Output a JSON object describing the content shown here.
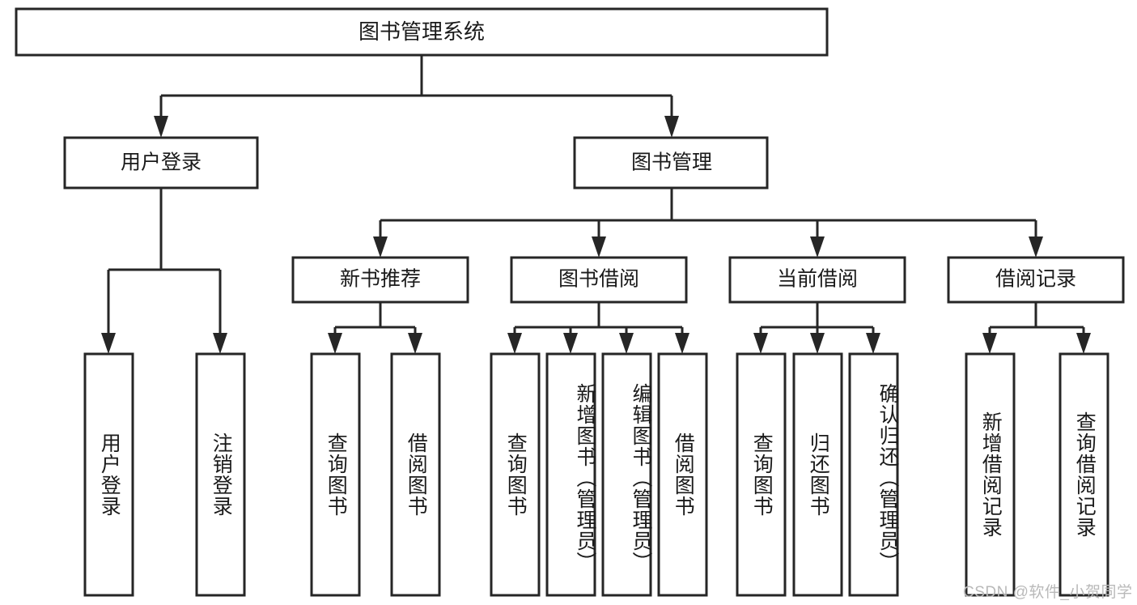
{
  "diagram": {
    "type": "tree-hierarchy",
    "title": "图书管理系统",
    "root": {
      "id": "root",
      "label": "图书管理系统",
      "orientation": "horizontal"
    },
    "level2": [
      {
        "id": "user-login",
        "label": "用户登录",
        "orientation": "horizontal"
      },
      {
        "id": "book-manage",
        "label": "图书管理",
        "orientation": "horizontal"
      }
    ],
    "level3": [
      {
        "id": "new-book-rec",
        "label": "新书推荐",
        "parent": "book-manage",
        "orientation": "horizontal"
      },
      {
        "id": "book-borrow",
        "label": "图书借阅",
        "parent": "book-manage",
        "orientation": "horizontal"
      },
      {
        "id": "current-borrow",
        "label": "当前借阅",
        "parent": "book-manage",
        "orientation": "horizontal"
      },
      {
        "id": "borrow-record",
        "label": "借阅记录",
        "parent": "book-manage",
        "orientation": "horizontal"
      }
    ],
    "leaves": [
      {
        "id": "leaf-user-login",
        "label": "用户登录",
        "parent": "user-login",
        "orientation": "vertical"
      },
      {
        "id": "leaf-logout-login",
        "label": "注销登录",
        "parent": "user-login",
        "orientation": "vertical"
      },
      {
        "id": "leaf-query-book-1",
        "label": "查询图书",
        "parent": "new-book-rec",
        "orientation": "vertical"
      },
      {
        "id": "leaf-borrow-book-1",
        "label": "借阅图书",
        "parent": "new-book-rec",
        "orientation": "vertical"
      },
      {
        "id": "leaf-query-book-2",
        "label": "查询图书",
        "parent": "book-borrow",
        "orientation": "vertical"
      },
      {
        "id": "leaf-add-book",
        "label": "新增图书（管理员）",
        "parent": "book-borrow",
        "orientation": "vertical"
      },
      {
        "id": "leaf-edit-book",
        "label": "编辑图书（管理员）",
        "parent": "book-borrow",
        "orientation": "vertical"
      },
      {
        "id": "leaf-borrow-book-2",
        "label": "借阅图书",
        "parent": "book-borrow",
        "orientation": "vertical"
      },
      {
        "id": "leaf-query-book-3",
        "label": "查询图书",
        "parent": "current-borrow",
        "orientation": "vertical"
      },
      {
        "id": "leaf-return-book",
        "label": "归还图书",
        "parent": "current-borrow",
        "orientation": "vertical"
      },
      {
        "id": "leaf-confirm-return",
        "label": "确认归还（管理员）",
        "parent": "current-borrow",
        "orientation": "vertical"
      },
      {
        "id": "leaf-add-record",
        "label": "新增借阅记录",
        "parent": "borrow-record",
        "orientation": "vertical"
      },
      {
        "id": "leaf-query-record",
        "label": "查询借阅记录",
        "parent": "borrow-record",
        "orientation": "vertical"
      }
    ],
    "watermark": "CSDN @软件_小贺同学",
    "colors": {
      "stroke": "#262626",
      "fill": "#ffffff",
      "text": "#1a1a1a",
      "watermark": "#b9b9b9",
      "background": "#ffffff"
    }
  }
}
